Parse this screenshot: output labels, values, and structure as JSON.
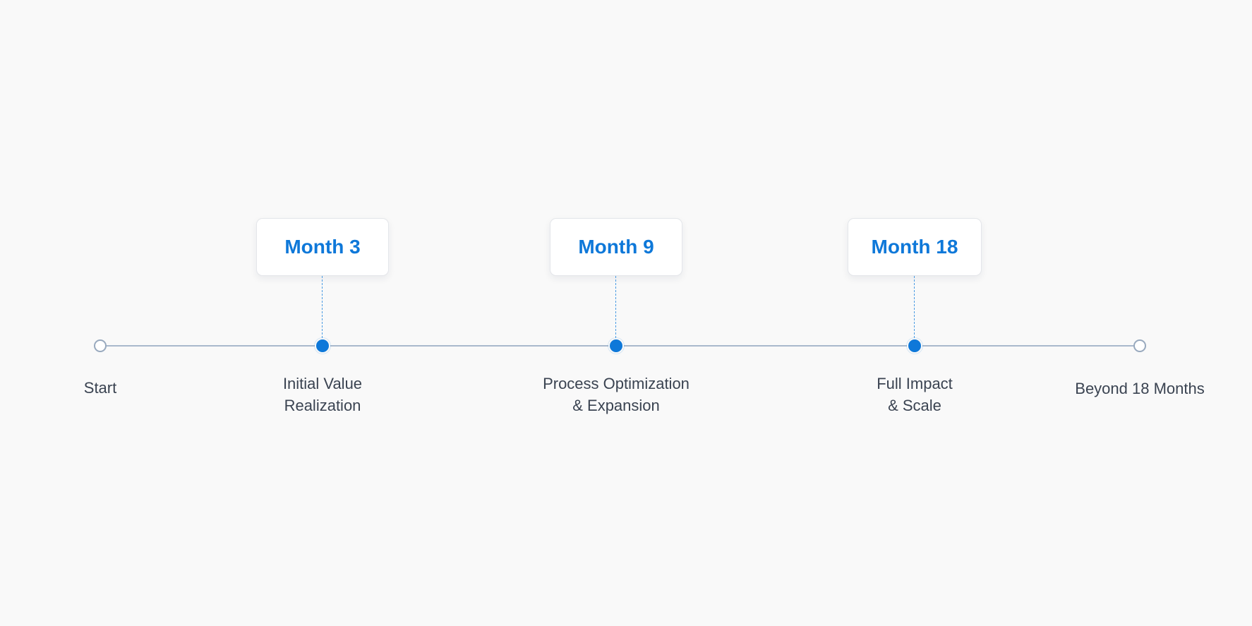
{
  "timeline": {
    "accent_color": "#0e78d9",
    "line_color": "#a9b9cc",
    "nodes": [
      {
        "kind": "endpoint",
        "label_lines": [
          "Start"
        ]
      },
      {
        "kind": "milestone",
        "card": "Month 3",
        "label_lines": [
          "Initial Value",
          "Realization"
        ]
      },
      {
        "kind": "milestone",
        "card": "Month 9",
        "label_lines": [
          "Process Optimization",
          "& Expansion"
        ]
      },
      {
        "kind": "milestone",
        "card": "Month 18",
        "label_lines": [
          "Full Impact",
          "& Scale"
        ]
      },
      {
        "kind": "endpoint",
        "label_lines": [
          "Beyond 18 Months"
        ]
      }
    ]
  }
}
